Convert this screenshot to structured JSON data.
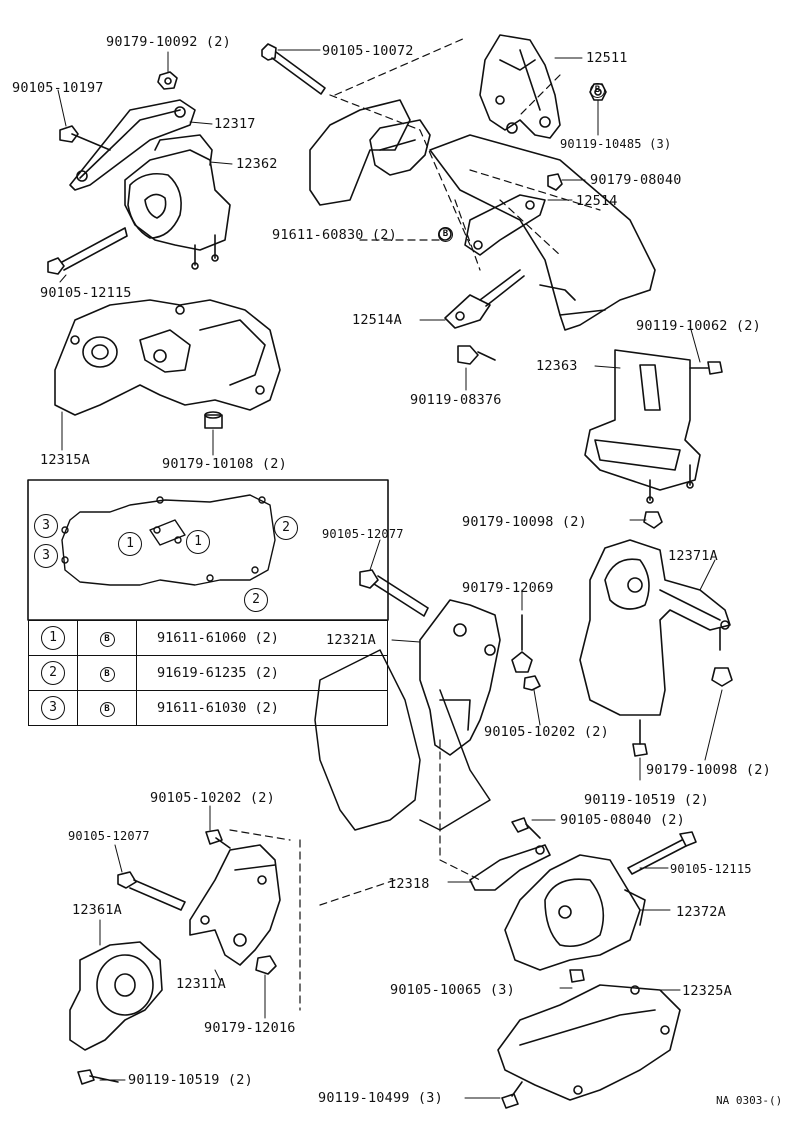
{
  "labels": [
    {
      "id": "l01",
      "text": "90179-10092 (2)"
    },
    {
      "id": "l02",
      "text": "90105-10072"
    },
    {
      "id": "l03",
      "text": "12511"
    },
    {
      "id": "l04",
      "text": "90105-10197"
    },
    {
      "id": "l05",
      "text": "12317"
    },
    {
      "id": "l06",
      "text": "90119-10485 (3)"
    },
    {
      "id": "l07",
      "text": "12362"
    },
    {
      "id": "l08",
      "text": "90179-08040"
    },
    {
      "id": "l09",
      "text": "12514"
    },
    {
      "id": "l10",
      "text": "91611-60830 (2)"
    },
    {
      "id": "l11",
      "text": "90105-12115"
    },
    {
      "id": "l12",
      "text": "12514A"
    },
    {
      "id": "l13",
      "text": "90119-10062 (2)"
    },
    {
      "id": "l14",
      "text": "12363"
    },
    {
      "id": "l15",
      "text": "90119-08376"
    },
    {
      "id": "l16",
      "text": "12315A"
    },
    {
      "id": "l17",
      "text": "90179-10108 (2)"
    },
    {
      "id": "l18",
      "text": "90179-10098 (2)"
    },
    {
      "id": "l19",
      "text": "90105-12077"
    },
    {
      "id": "l20",
      "text": "12371A"
    },
    {
      "id": "l21",
      "text": "90179-12069"
    },
    {
      "id": "l22",
      "text": "12321A"
    },
    {
      "id": "l23",
      "text": "90105-10202 (2)"
    },
    {
      "id": "l24",
      "text": "90179-10098 (2)"
    },
    {
      "id": "l25",
      "text": "90119-10519 (2)"
    },
    {
      "id": "l26",
      "text": "90105-10202 (2)"
    },
    {
      "id": "l27",
      "text": "90105-08040 (2)"
    },
    {
      "id": "l28",
      "text": "90105-12077"
    },
    {
      "id": "l29",
      "text": "90105-12115"
    },
    {
      "id": "l30",
      "text": "12318"
    },
    {
      "id": "l31",
      "text": "12361A"
    },
    {
      "id": "l32",
      "text": "12372A"
    },
    {
      "id": "l33",
      "text": "12311A"
    },
    {
      "id": "l34",
      "text": "90105-10065 (3)"
    },
    {
      "id": "l35",
      "text": "12325A"
    },
    {
      "id": "l36",
      "text": "90179-12016"
    },
    {
      "id": "l37",
      "text": "90119-10519 (2)"
    },
    {
      "id": "l38",
      "text": "90119-10499 (3)"
    }
  ],
  "inset_markers": [
    "1",
    "2",
    "3",
    "B"
  ],
  "legend": [
    {
      "num": "1",
      "mark": "B",
      "part": "91611-61060 (2)"
    },
    {
      "num": "2",
      "mark": "B",
      "part": "91619-61235 (2)"
    },
    {
      "num": "3",
      "mark": "B",
      "part": "91611-61030 (2)"
    }
  ],
  "diagram_code": "NA 0303-()"
}
